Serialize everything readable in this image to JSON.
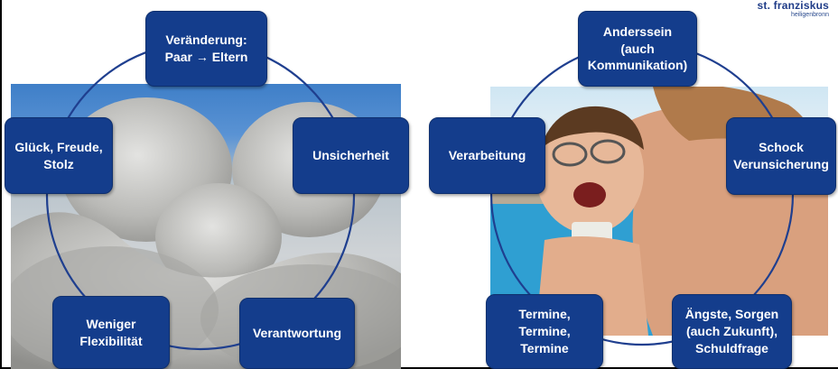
{
  "logo": {
    "name": "st. franziskus",
    "place": "heiligenbronn"
  },
  "left_cycle": {
    "items": [
      "Veränderung:\nPaar → Eltern",
      "Unsicherheit",
      "Verantwortung",
      "Weniger\nFlexibilität",
      "Glück, Freude,\nStolz"
    ]
  },
  "right_cycle": {
    "items": [
      "Anderssein\n(auch\nKommunikation)",
      "Schock\nVerunsicherung",
      "Ängste, Sorgen\n(auch Zukunft),\nSchuldfrage",
      "Termine,\nTermine,\nTermine",
      "Verarbeitung"
    ]
  },
  "colors": {
    "box": "#143d8c",
    "ring": "#1f3f8f",
    "text": "#ffffff"
  }
}
